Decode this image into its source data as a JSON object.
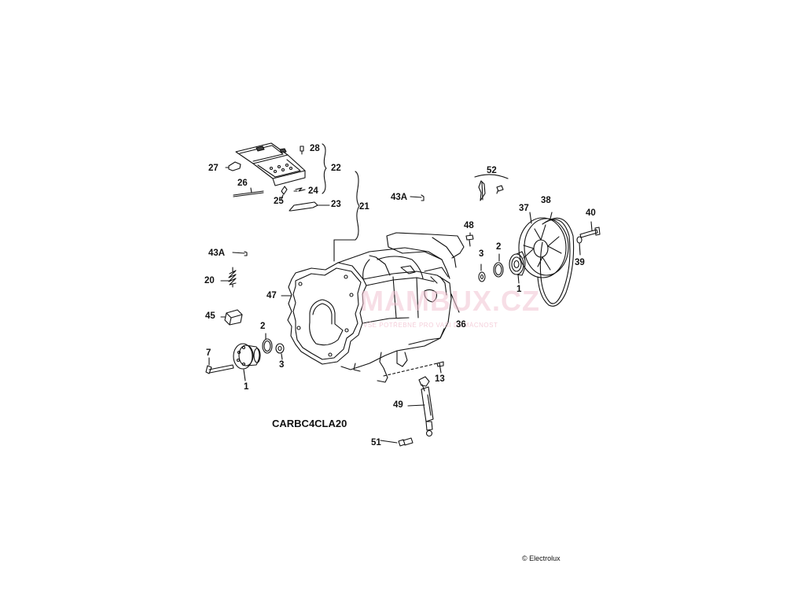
{
  "watermark": {
    "brand": "MAMBUX.CZ",
    "tagline": "VŠE POTŘEBNÉ PRO VAŠI DOMÁCNOST"
  },
  "drawing_code": "CARBC4CLA20",
  "copyright": "© Electrolux",
  "labels": {
    "p28": "28",
    "p27": "27",
    "p22": "22",
    "p26": "26",
    "p25": "25",
    "p24": "24",
    "p23": "23",
    "p21": "21",
    "p52": "52",
    "p43a_top": "43A",
    "p48": "48",
    "p3_right": "3",
    "p2_right": "2",
    "p37": "37",
    "p38": "38",
    "p40": "40",
    "p39": "39",
    "p1_right": "1",
    "p36": "36",
    "p43a_left": "43A",
    "p20": "20",
    "p47": "47",
    "p45": "45",
    "p2_left": "2",
    "p3_left": "3",
    "p7": "7",
    "p1_left": "1",
    "p13": "13",
    "p49": "49",
    "p51": "51"
  }
}
